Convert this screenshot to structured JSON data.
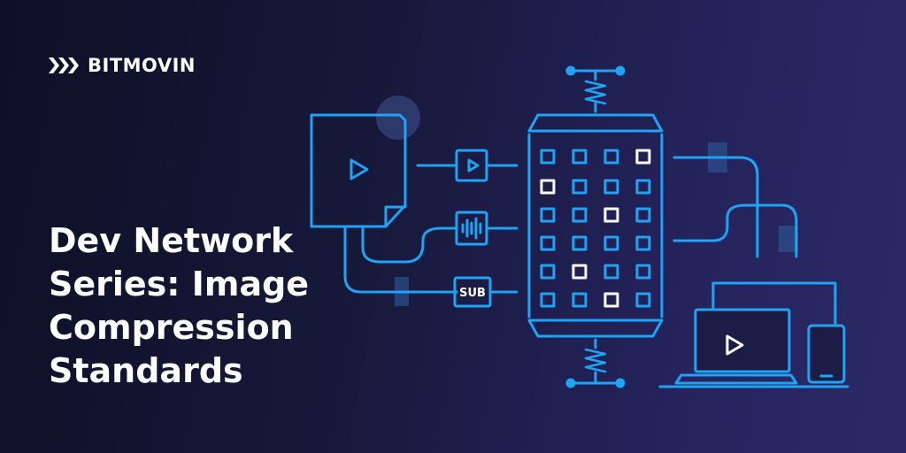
{
  "brand": {
    "name": "BITMOVIN",
    "icon": "bitmovin-logo-icon"
  },
  "headline": {
    "lines": [
      "Dev Network",
      "Series: Image",
      "Compression",
      "Standards"
    ]
  },
  "illustration": {
    "labels": {
      "subtitle_box": "SUB"
    },
    "icons": [
      "video-file-icon",
      "play-icon",
      "audio-waveform-icon",
      "subtitles-icon",
      "compression-press-icon",
      "spring-icon",
      "laptop-icon",
      "phone-icon",
      "monitor-icon"
    ]
  },
  "colors": {
    "background_dark": "#0d1026",
    "background_light": "#2c2a66",
    "accent_blue": "#1fa3f5",
    "white": "#ffffff"
  }
}
